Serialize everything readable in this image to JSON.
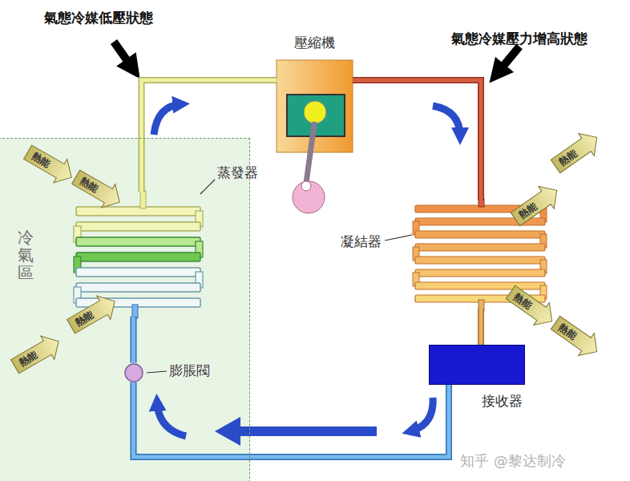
{
  "diagram": {
    "nodes": [
      {
        "text": [
          "冷氣區"
        ]
      },
      {
        "text": [
          "蒸發器"
        ],
        "in": 0
      },
      {
        "text": [
          "熱能"
        ],
        "in": 0
      },
      {
        "text": [
          "熱能"
        ],
        "in": 0
      },
      {
        "text": [
          "熱能"
        ],
        "in": 0
      },
      {
        "text": [
          "熱能"
        ],
        "in": 0
      },
      {
        "text": [
          "膨脹閥"
        ],
        "in": 0
      },
      {
        "text": [
          "壓縮機"
        ]
      },
      {
        "text": [
          "凝結器"
        ]
      },
      {
        "text": [
          "熱能"
        ]
      },
      {
        "text": [
          "熱能"
        ]
      },
      {
        "text": [
          "熱能"
        ]
      },
      {
        "text": [
          "熱能"
        ]
      },
      {
        "text": [
          "接收器"
        ]
      }
    ],
    "edges": [
      {
        "from": 1,
        "to": 7,
        "arrow": "none"
      },
      {
        "from": 7,
        "to": 8,
        "arrow": "none"
      },
      {
        "from": 8,
        "to": 13,
        "arrow": "none"
      },
      {
        "from": 13,
        "to": 6,
        "arrow": "none"
      },
      {
        "from": 6,
        "to": 1,
        "arrow": "none"
      }
    ],
    "labels": [
      "氣態冷媒低壓狀態",
      "氣態冷媒壓力增高狀態",
      "知乎 @黎达制冷"
    ]
  }
}
